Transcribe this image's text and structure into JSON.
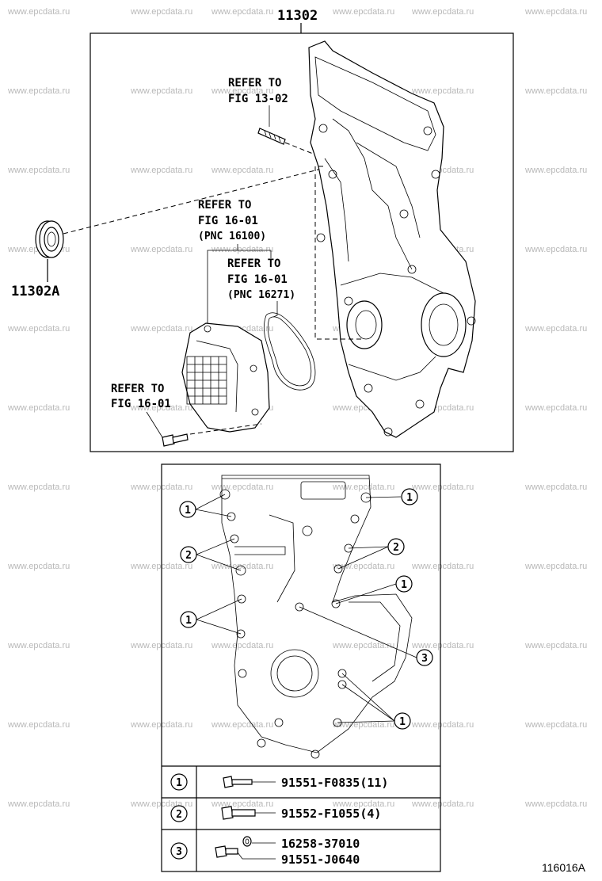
{
  "watermark": "www.epcdata.ru",
  "figure_id": "116016A",
  "main_part": "11302",
  "seal_part": "11302A",
  "refs": {
    "r1_line1": "REFER TO",
    "r1_line2": "FIG 13-02",
    "r2_line1": "REFER TO",
    "r2_line2": "FIG 16-01",
    "r2_line3": "(PNC 16100)",
    "r3_line1": "REFER TO",
    "r3_line2": "FIG 16-01",
    "r3_line3": "(PNC 16271)",
    "r4_line1": "REFER TO",
    "r4_line2": "FIG 16-01"
  },
  "callouts": {
    "c1": "1",
    "c2": "2",
    "c3": "3"
  },
  "legend": [
    {
      "key": "1",
      "parts": [
        "91551-F0835(11)"
      ]
    },
    {
      "key": "2",
      "parts": [
        "91552-F1055(4)"
      ]
    },
    {
      "key": "3",
      "parts": [
        "16258-37010",
        "91551-J0640"
      ]
    }
  ]
}
